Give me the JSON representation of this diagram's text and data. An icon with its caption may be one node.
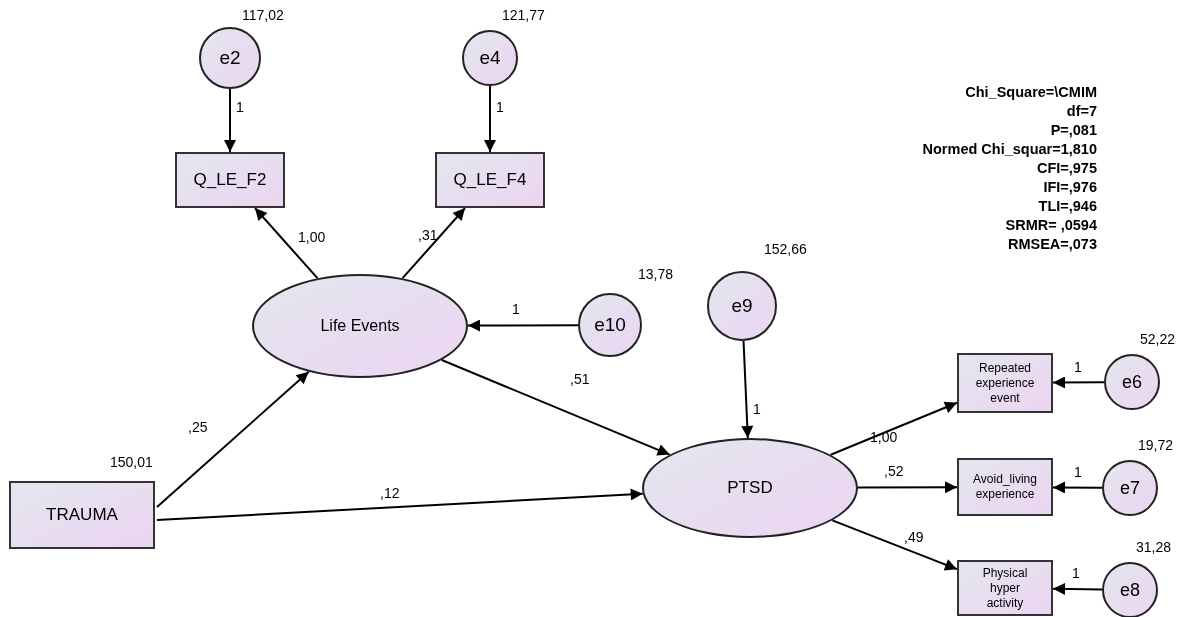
{
  "diagram": {
    "nodes": [
      {
        "text": [
          "e2"
        ],
        "beside": [
          "117,02"
        ]
      },
      {
        "text": [
          "e4"
        ],
        "beside": [
          "121,77"
        ]
      },
      {
        "text": [
          "Q_LE_F2"
        ]
      },
      {
        "text": [
          "Q_LE_F4"
        ]
      },
      {
        "text": [
          "Life Events"
        ]
      },
      {
        "text": [
          "e10"
        ],
        "beside": [
          "13,78"
        ]
      },
      {
        "text": [
          "e9"
        ],
        "beside": [
          "152,66"
        ]
      },
      {
        "text": [
          "TRAUMA"
        ],
        "beside": [
          "150,01"
        ]
      },
      {
        "text": [
          "PTSD"
        ]
      },
      {
        "text": [
          "Repeated experience event"
        ]
      },
      {
        "text": [
          "Avoid_living experience"
        ]
      },
      {
        "text": [
          "Physical hyper activity"
        ]
      },
      {
        "text": [
          "e6"
        ],
        "beside": [
          "52,22"
        ]
      },
      {
        "text": [
          "e7"
        ],
        "beside": [
          "19,72"
        ]
      },
      {
        "text": [
          "e8"
        ],
        "beside": [
          "31,28"
        ]
      }
    ],
    "edges": [
      {
        "from": 0,
        "to": 2,
        "arrow": "to",
        "label": "1"
      },
      {
        "from": 1,
        "to": 3,
        "arrow": "to",
        "label": "1"
      },
      {
        "from": 4,
        "to": 2,
        "arrow": "to",
        "label": "1,00"
      },
      {
        "from": 4,
        "to": 3,
        "arrow": "to",
        "label": ",31"
      },
      {
        "from": 5,
        "to": 4,
        "arrow": "to",
        "label": "1"
      },
      {
        "from": 7,
        "to": 4,
        "arrow": "to",
        "label": ",25"
      },
      {
        "from": 7,
        "to": 8,
        "arrow": "to",
        "label": ",12"
      },
      {
        "from": 4,
        "to": 8,
        "arrow": "to",
        "label": ",51"
      },
      {
        "from": 6,
        "to": 8,
        "arrow": "to",
        "label": "1"
      },
      {
        "from": 8,
        "to": 9,
        "arrow": "to",
        "label": "1,00"
      },
      {
        "from": 8,
        "to": 10,
        "arrow": "to",
        "label": ",52"
      },
      {
        "from": 8,
        "to": 11,
        "arrow": "to",
        "label": ",49"
      },
      {
        "from": 12,
        "to": 9,
        "arrow": "to",
        "label": "1"
      },
      {
        "from": 13,
        "to": 10,
        "arrow": "to",
        "label": "1"
      },
      {
        "from": 14,
        "to": 11,
        "arrow": "to",
        "label": "1"
      }
    ],
    "labels": [
      "Chi_Square=\\CMIM",
      "df=7",
      "P=,081",
      "Normed Chi_squar=1,810",
      "CFI=,975",
      "IFI=,976",
      "TLI=,946",
      "SRMR= ,0594",
      "RMSEA=,073"
    ]
  }
}
